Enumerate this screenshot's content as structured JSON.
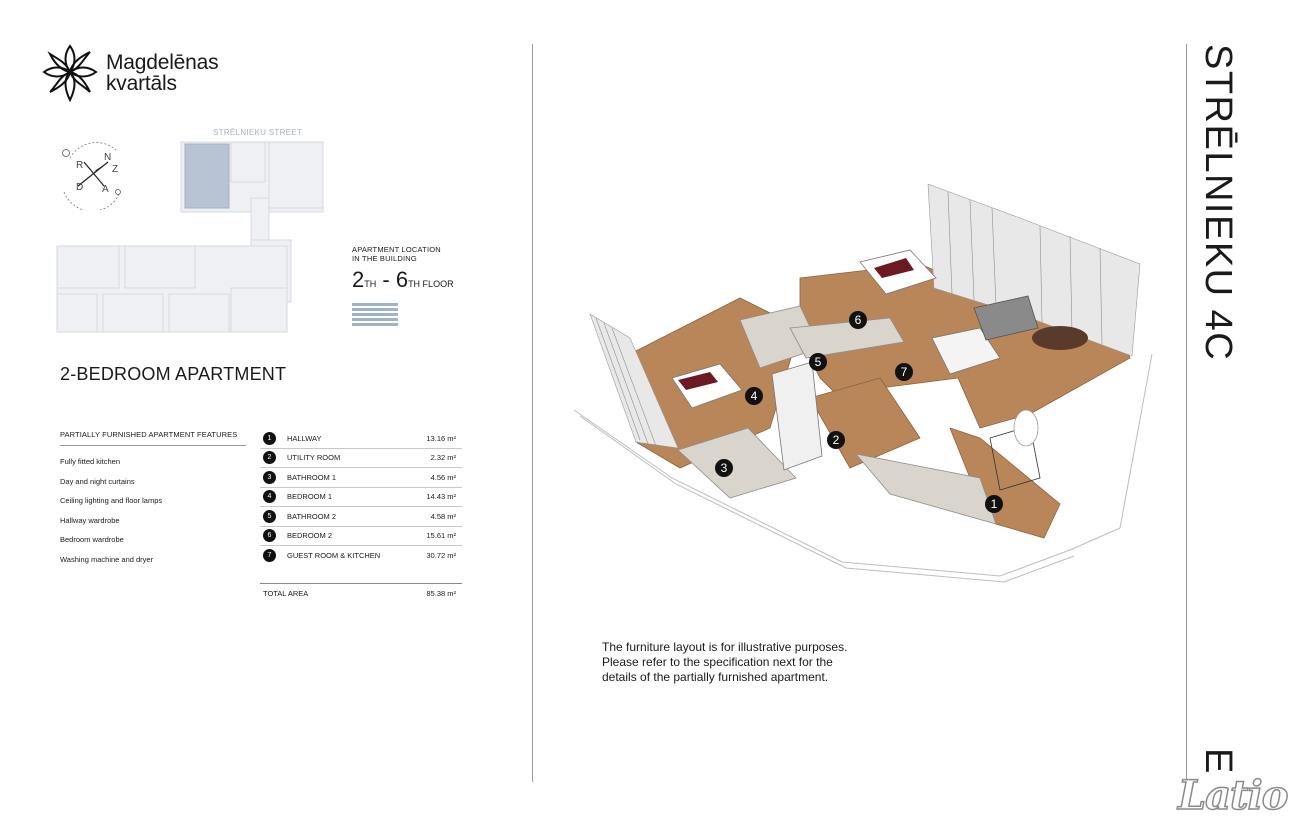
{
  "brand": {
    "line1": "Magdelēnas",
    "line2": "kvartāls",
    "icon": "flower-logo-icon"
  },
  "compass": {
    "n": "N",
    "z": "Z",
    "r": "R",
    "d": "D",
    "a": "A"
  },
  "siteplan": {
    "street": "STRĒLNIEKU STREET"
  },
  "location": {
    "caption1": "APARTMENT LOCATION",
    "caption2": "IN THE BUILDING",
    "from": "2",
    "from_suffix": "TH",
    "dash": " - ",
    "to": "6",
    "to_suffix": "TH FLOOR"
  },
  "apartment_title": "2-BEDROOM APARTMENT",
  "features": {
    "heading": "PARTIALLY FURNISHED APARTMENT FEATURES",
    "items": [
      "Fully fitted kitchen",
      "Day and night curtains",
      "Ceiling lighting and floor lamps",
      "Hallway wardrobe",
      "Bedroom wardrobe",
      "Washing machine and dryer"
    ]
  },
  "rooms": [
    {
      "num": "1",
      "name": "HALLWAY",
      "area": "13.16 m²"
    },
    {
      "num": "2",
      "name": "UTILITY ROOM",
      "area": "2.32 m²"
    },
    {
      "num": "3",
      "name": "BATHROOM 1",
      "area": "4.56 m²"
    },
    {
      "num": "4",
      "name": "BEDROOM 1",
      "area": "14.43 m²"
    },
    {
      "num": "5",
      "name": "BATHROOM 2",
      "area": "4.58 m²"
    },
    {
      "num": "6",
      "name": "BEDROOM 2",
      "area": "15.61 m²"
    },
    {
      "num": "7",
      "name": "GUEST ROOM & KITCHEN",
      "area": "30.72 m²"
    }
  ],
  "total": {
    "label": "TOTAL AREA",
    "value": "85.38 m²"
  },
  "plan_markers": [
    "1",
    "2",
    "3",
    "4",
    "5",
    "6",
    "7"
  ],
  "note": {
    "line1": "The furniture layout is for illustrative purposes.",
    "line2": "Please refer to the specification next for the",
    "line3": "details of the partially furnished apartment."
  },
  "side_title": "STRĒLNIEKU 4C",
  "side_letter": "E",
  "footer_brand": "Latio",
  "colors": {
    "wood": "#b9865a",
    "wall": "#ffffff",
    "bed": "#6b1a22",
    "highlight": "#b8c4d4",
    "building": "#eef0f3"
  }
}
